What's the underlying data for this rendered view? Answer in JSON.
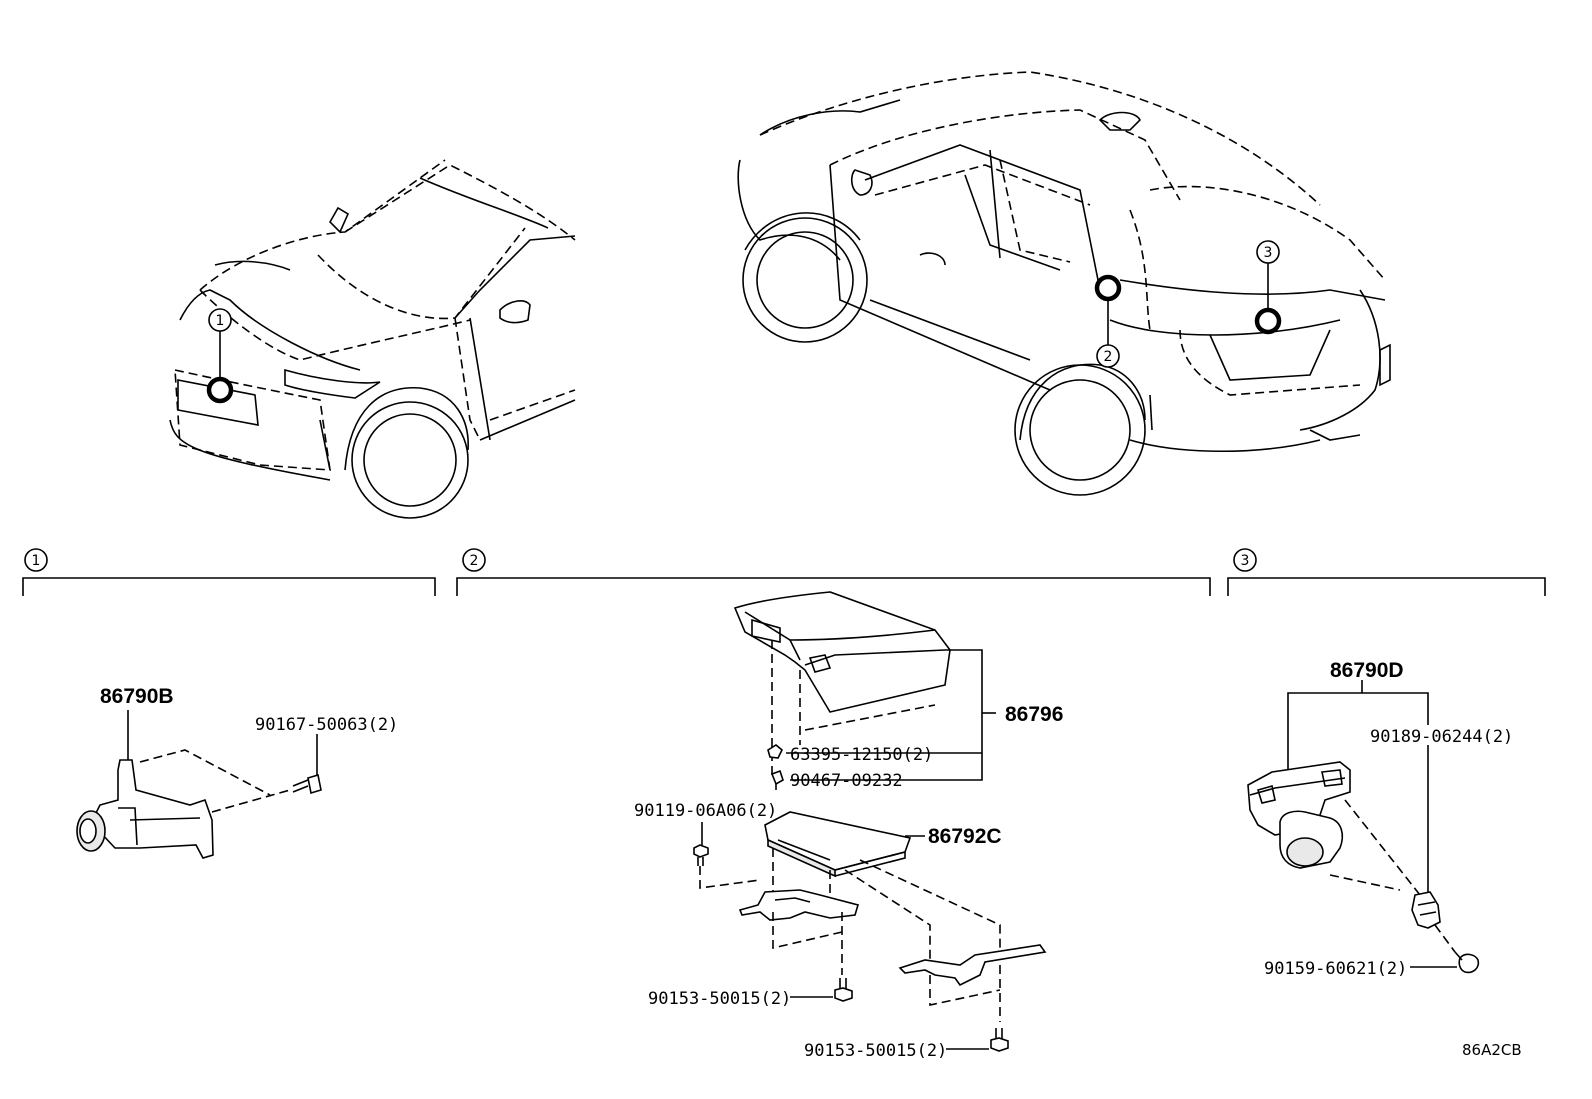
{
  "callouts": {
    "c1": "1",
    "c2": "2",
    "c3": "3"
  },
  "sections": {
    "s1": "1",
    "s2": "2",
    "s3": "3"
  },
  "parts": {
    "p_86790B": "86790B",
    "p_90167": "90167-50063(2)",
    "p_86796": "86796",
    "p_63395": "63395-12150(2)",
    "p_90467": "90467-09232",
    "p_90119": "90119-06A06(2)",
    "p_86792C": "86792C",
    "p_90153_a": "90153-50015(2)",
    "p_90153_b": "90153-50015(2)",
    "p_86790D": "86790D",
    "p_90189": "90189-06244(2)",
    "p_90159": "90159-60621(2)"
  },
  "figure_code": "86A2CB"
}
